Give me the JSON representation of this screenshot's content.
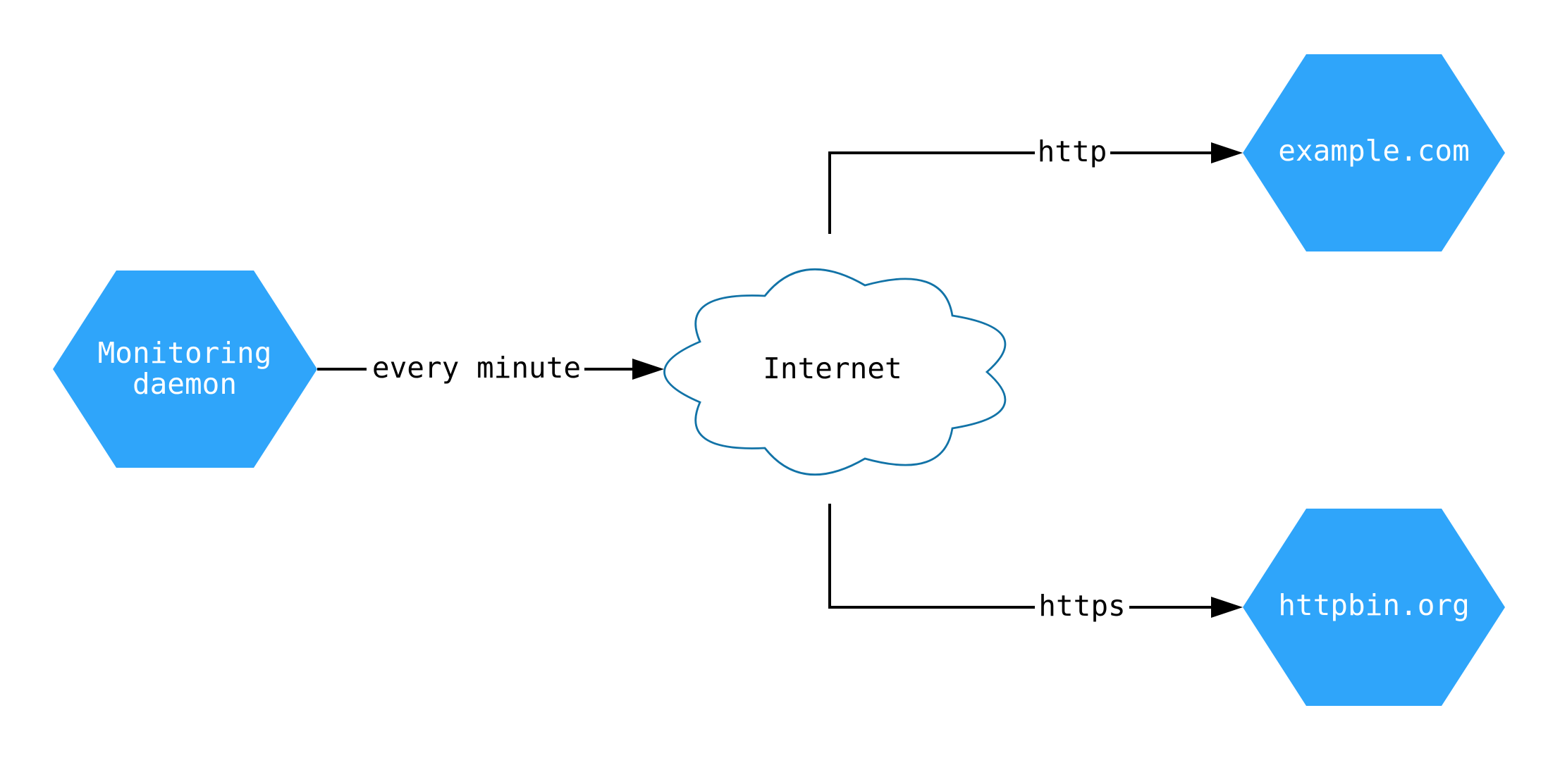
{
  "diagram": {
    "colors": {
      "node_fill": "#2FA5FA",
      "node_text": "#FFFFFF",
      "cloud_fill": "#FFFFFF",
      "cloud_stroke": "#1273A7",
      "edge_color": "#000000",
      "label_text": "#000000",
      "background": "#FFFFFF"
    },
    "nodes": {
      "monitoring": {
        "shape": "hexagon",
        "label": "Monitoring daemon",
        "line1": "Monitoring",
        "line2": "daemon"
      },
      "internet": {
        "shape": "cloud",
        "label": "Internet"
      },
      "example": {
        "shape": "hexagon",
        "label": "example.com"
      },
      "httpbin": {
        "shape": "hexagon",
        "label": "httpbin.org"
      }
    },
    "edges": {
      "monitoring_to_internet": {
        "from": "Monitoring daemon",
        "to": "Internet",
        "label": "every minute"
      },
      "internet_to_example": {
        "from": "Internet",
        "to": "example.com",
        "label": "http"
      },
      "internet_to_httpbin": {
        "from": "Internet",
        "to": "httpbin.org",
        "label": "https"
      }
    }
  }
}
